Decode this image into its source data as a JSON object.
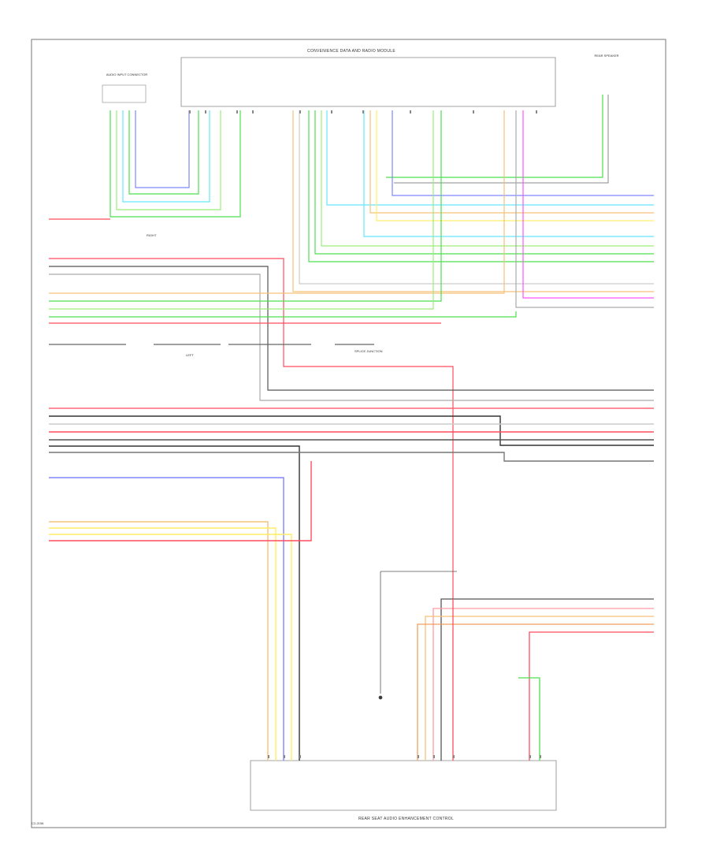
{
  "diagram": {
    "top_module_title": "CONVENIENCE DATA AND RADIO MODULE",
    "bottom_module_title": "REAR SEAT AUDIO ENHANCEMENT CONTROL",
    "left_connector_label": "AUDIO INPUT CONNECTOR",
    "right_connector_label": "REAR SPEAKER",
    "side_label_left": "LEFT",
    "side_label_right": "RIGHT",
    "middle_label": "SPLICE JUNCTION",
    "footer_code": "C2-2156"
  },
  "colors": {
    "red": "#ff4d5e",
    "pink": "#ff9aa5",
    "blue": "#7f86ff",
    "lightblue": "#66e6ff",
    "green": "#4de04d",
    "lightgreen": "#99ee77",
    "yellow": "#ffee66",
    "tan": "#f5c27a",
    "orange": "#f0a060",
    "magenta": "#ff55ff",
    "gray": "#9a9a9a",
    "black": "#333333"
  }
}
